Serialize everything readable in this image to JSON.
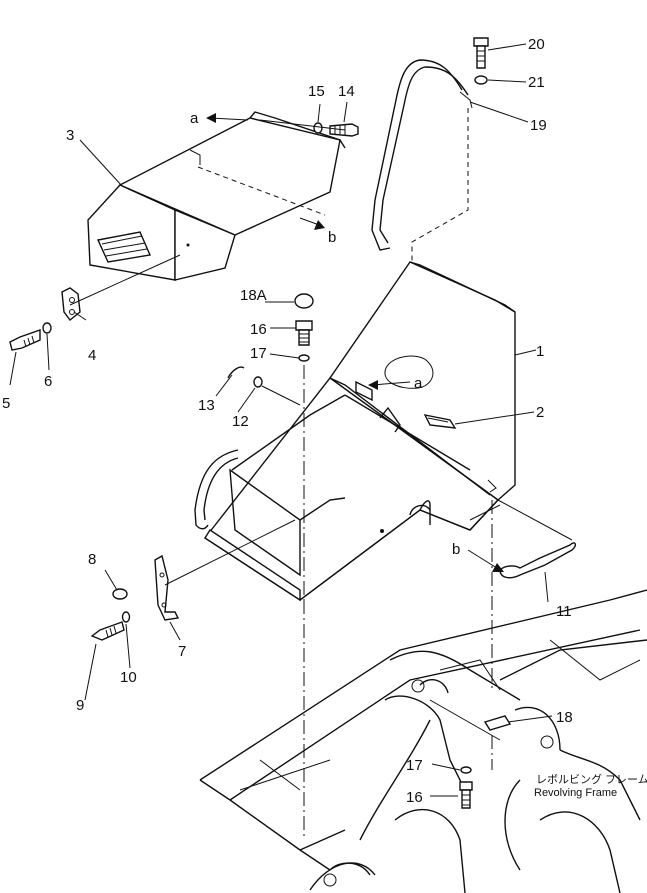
{
  "callouts": {
    "n1": "1",
    "n2": "2",
    "n3": "3",
    "n4": "4",
    "n5": "5",
    "n6": "6",
    "n7": "7",
    "n8": "8",
    "n9": "9",
    "n10": "10",
    "n11": "11",
    "n12": "12",
    "n13": "13",
    "n14": "14",
    "n15": "15",
    "n16a": "16",
    "n16b": "16",
    "n17a": "17",
    "n17b": "17",
    "n18": "18",
    "n18A": "18A",
    "n19": "19",
    "n20": "20",
    "n21": "21"
  },
  "refs": {
    "a1": "a",
    "a2": "a",
    "b1": "b",
    "b2": "b"
  },
  "frame_label": {
    "jp": "レボルビング フレーム",
    "en": "Revolving Frame"
  }
}
